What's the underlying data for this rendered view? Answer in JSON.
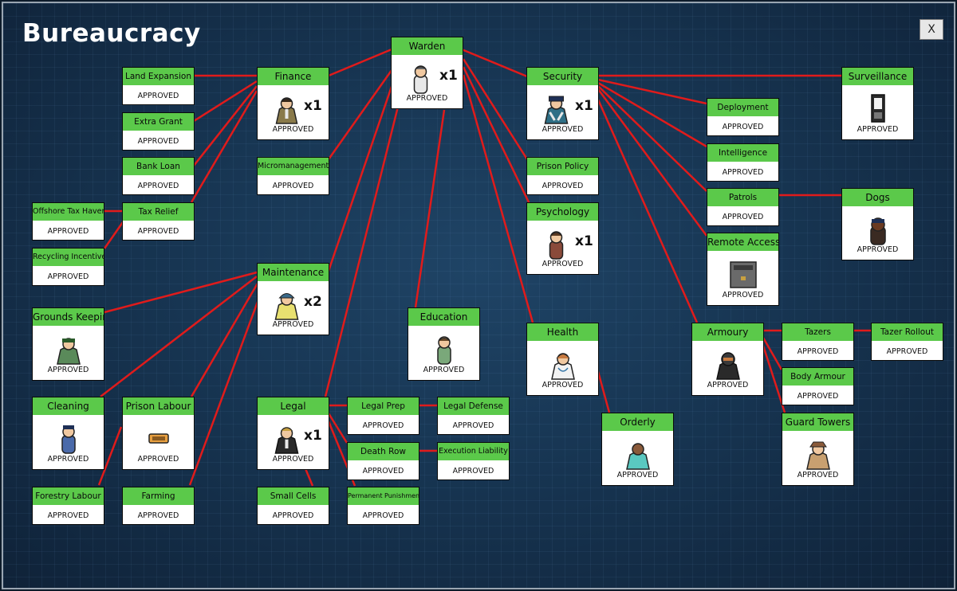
{
  "title": "Bureaucracy",
  "close_label": "X",
  "colors": {
    "header": "#5bc94a",
    "line": "#e01b1b",
    "background": "#173552"
  },
  "status_approved": "APPROVED",
  "nodes": {
    "warden": {
      "title": "Warden",
      "status": "APPROVED",
      "count": "x1",
      "icon": "warden-icon"
    },
    "finance": {
      "title": "Finance",
      "status": "APPROVED",
      "count": "x1",
      "icon": "accountant-icon"
    },
    "land_expansion": {
      "title": "Land Expansion",
      "status": "APPROVED"
    },
    "extra_grant": {
      "title": "Extra Grant",
      "status": "APPROVED"
    },
    "bank_loan": {
      "title": "Bank Loan",
      "status": "APPROVED"
    },
    "tax_relief": {
      "title": "Tax Relief",
      "status": "APPROVED"
    },
    "offshore_tax_haven": {
      "title": "Offshore Tax Haven",
      "status": "APPROVED"
    },
    "recycling_incentive": {
      "title": "Recycling Incentive",
      "status": "APPROVED"
    },
    "micromanagement": {
      "title": "Micromanagement",
      "status": "APPROVED"
    },
    "security": {
      "title": "Security",
      "status": "APPROVED",
      "count": "x1",
      "icon": "chief-icon"
    },
    "prison_policy": {
      "title": "Prison Policy",
      "status": "APPROVED"
    },
    "psychology": {
      "title": "Psychology",
      "status": "APPROVED",
      "count": "x1",
      "icon": "psychologist-icon"
    },
    "deployment": {
      "title": "Deployment",
      "status": "APPROVED"
    },
    "intelligence": {
      "title": "Intelligence",
      "status": "APPROVED"
    },
    "patrols": {
      "title": "Patrols",
      "status": "APPROVED"
    },
    "remote_access": {
      "title": "Remote Access",
      "status": "APPROVED",
      "icon": "door-console-icon"
    },
    "surveillance": {
      "title": "Surveillance",
      "status": "APPROVED",
      "icon": "cctv-monitor-icon"
    },
    "dogs": {
      "title": "Dogs",
      "status": "APPROVED",
      "icon": "dog-handler-icon"
    },
    "maintenance": {
      "title": "Maintenance",
      "status": "APPROVED",
      "count": "x2",
      "icon": "foreman-icon"
    },
    "grounds_keeping": {
      "title": "Grounds Keeping",
      "status": "APPROVED",
      "icon": "gardener-icon"
    },
    "cleaning": {
      "title": "Cleaning",
      "status": "APPROVED",
      "icon": "janitor-icon"
    },
    "prison_labour": {
      "title": "Prison Labour",
      "status": "APPROVED",
      "icon": "license-plate-icon"
    },
    "forestry_labour": {
      "title": "Forestry Labour",
      "status": "APPROVED"
    },
    "farming": {
      "title": "Farming",
      "status": "APPROVED"
    },
    "education": {
      "title": "Education",
      "status": "APPROVED",
      "icon": "teacher-icon"
    },
    "legal": {
      "title": "Legal",
      "status": "APPROVED",
      "count": "x1",
      "icon": "lawyer-icon"
    },
    "legal_prep": {
      "title": "Legal Prep",
      "status": "APPROVED"
    },
    "legal_defense": {
      "title": "Legal Defense",
      "status": "APPROVED"
    },
    "death_row": {
      "title": "Death Row",
      "status": "APPROVED"
    },
    "execution_liability": {
      "title": "Execution Liability",
      "status": "APPROVED"
    },
    "small_cells": {
      "title": "Small Cells",
      "status": "APPROVED"
    },
    "permanent_punishments": {
      "title": "Permanent Punishments",
      "status": "APPROVED"
    },
    "health": {
      "title": "Health",
      "status": "APPROVED",
      "icon": "doctor-icon"
    },
    "orderly": {
      "title": "Orderly",
      "status": "APPROVED",
      "icon": "orderly-icon"
    },
    "armoury": {
      "title": "Armoury",
      "status": "APPROVED",
      "icon": "armed-guard-icon"
    },
    "tazers": {
      "title": "Tazers",
      "status": "APPROVED"
    },
    "tazer_rollout": {
      "title": "Tazer Rollout",
      "status": "APPROVED"
    },
    "body_armour": {
      "title": "Body Armour",
      "status": "APPROVED"
    },
    "guard_towers": {
      "title": "Guard Towers",
      "status": "APPROVED",
      "icon": "tower-guard-icon"
    }
  }
}
